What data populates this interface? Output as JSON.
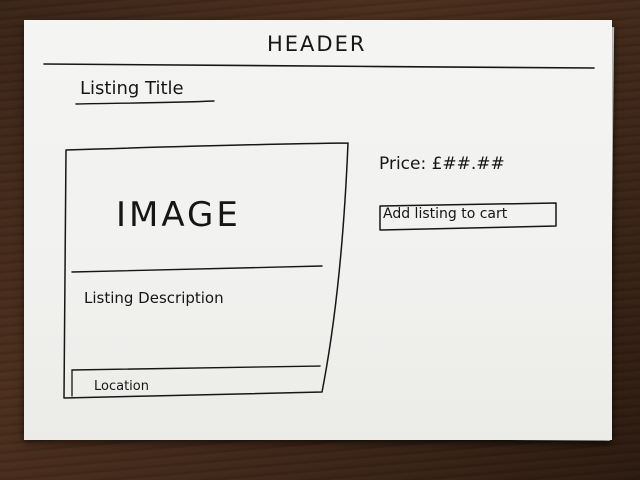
{
  "sketch": {
    "header": "HEADER",
    "listing_title": "Listing Title",
    "image_label": "IMAGE",
    "description": "Listing Description",
    "location": "Location",
    "price": "Price: £##.##",
    "add_to_cart": "Add listing to cart"
  },
  "colors": {
    "ink": "#161616",
    "paper": "#f2f2f0",
    "table": "#3f2819"
  }
}
